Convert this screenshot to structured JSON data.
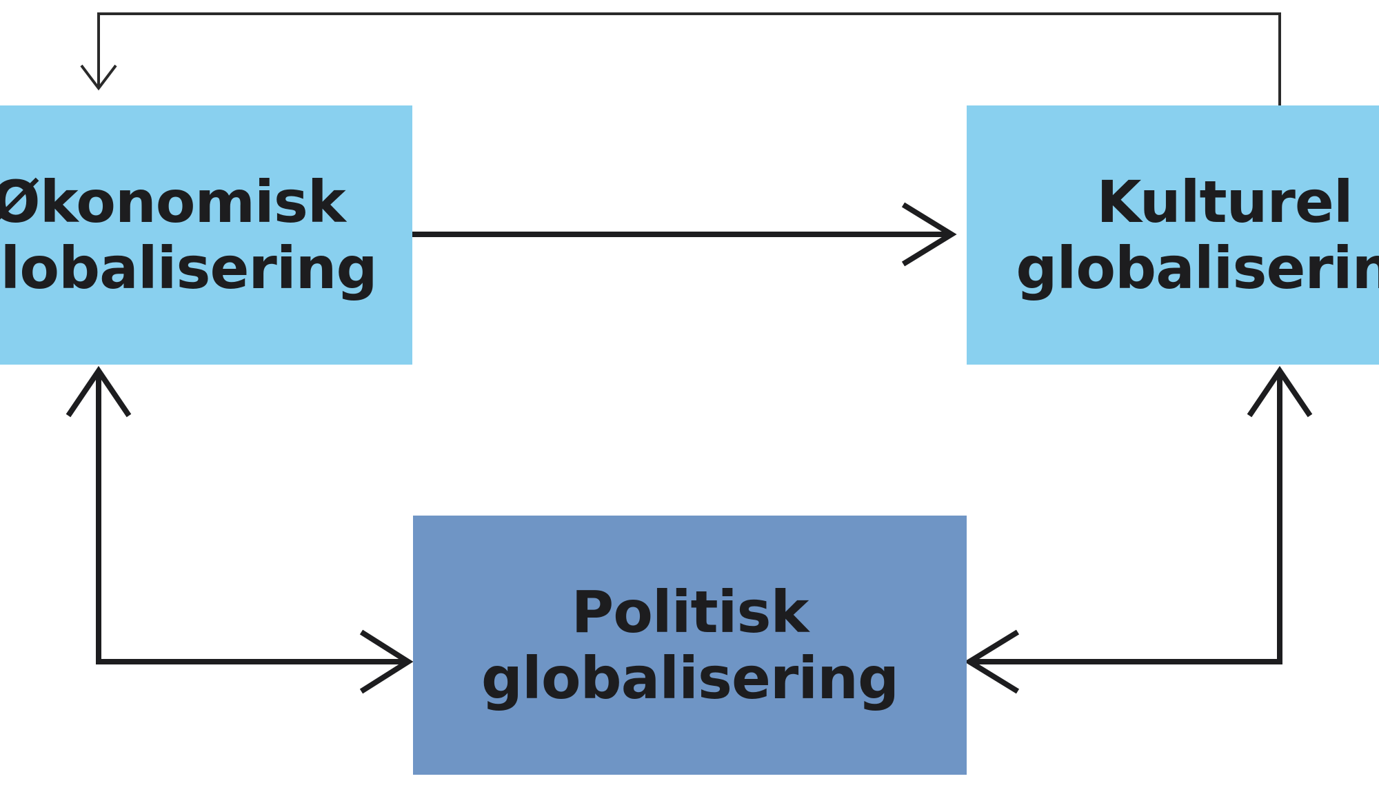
{
  "diagram": {
    "nodes": {
      "economic": {
        "line1": "Økonomisk",
        "line2": "globalisering"
      },
      "cultural": {
        "line1": "Kulturel",
        "line2": "globalisering"
      },
      "political": {
        "line1": "Politisk",
        "line2": "globalisering"
      }
    },
    "colors": {
      "light_box": "#89d0ef",
      "dark_box": "#6f95c5",
      "arrow": "#1d1d1f",
      "thin_arrow": "#2a2a2a"
    },
    "edges": [
      {
        "from": "cultural",
        "to": "economic",
        "style": "thin",
        "heads": "one-way"
      },
      {
        "from": "economic",
        "to": "cultural",
        "style": "thick",
        "heads": "one-way"
      },
      {
        "from": "economic",
        "to": "political",
        "style": "thick",
        "heads": "two-way"
      },
      {
        "from": "political",
        "to": "cultural",
        "style": "thick",
        "heads": "two-way"
      }
    ]
  }
}
